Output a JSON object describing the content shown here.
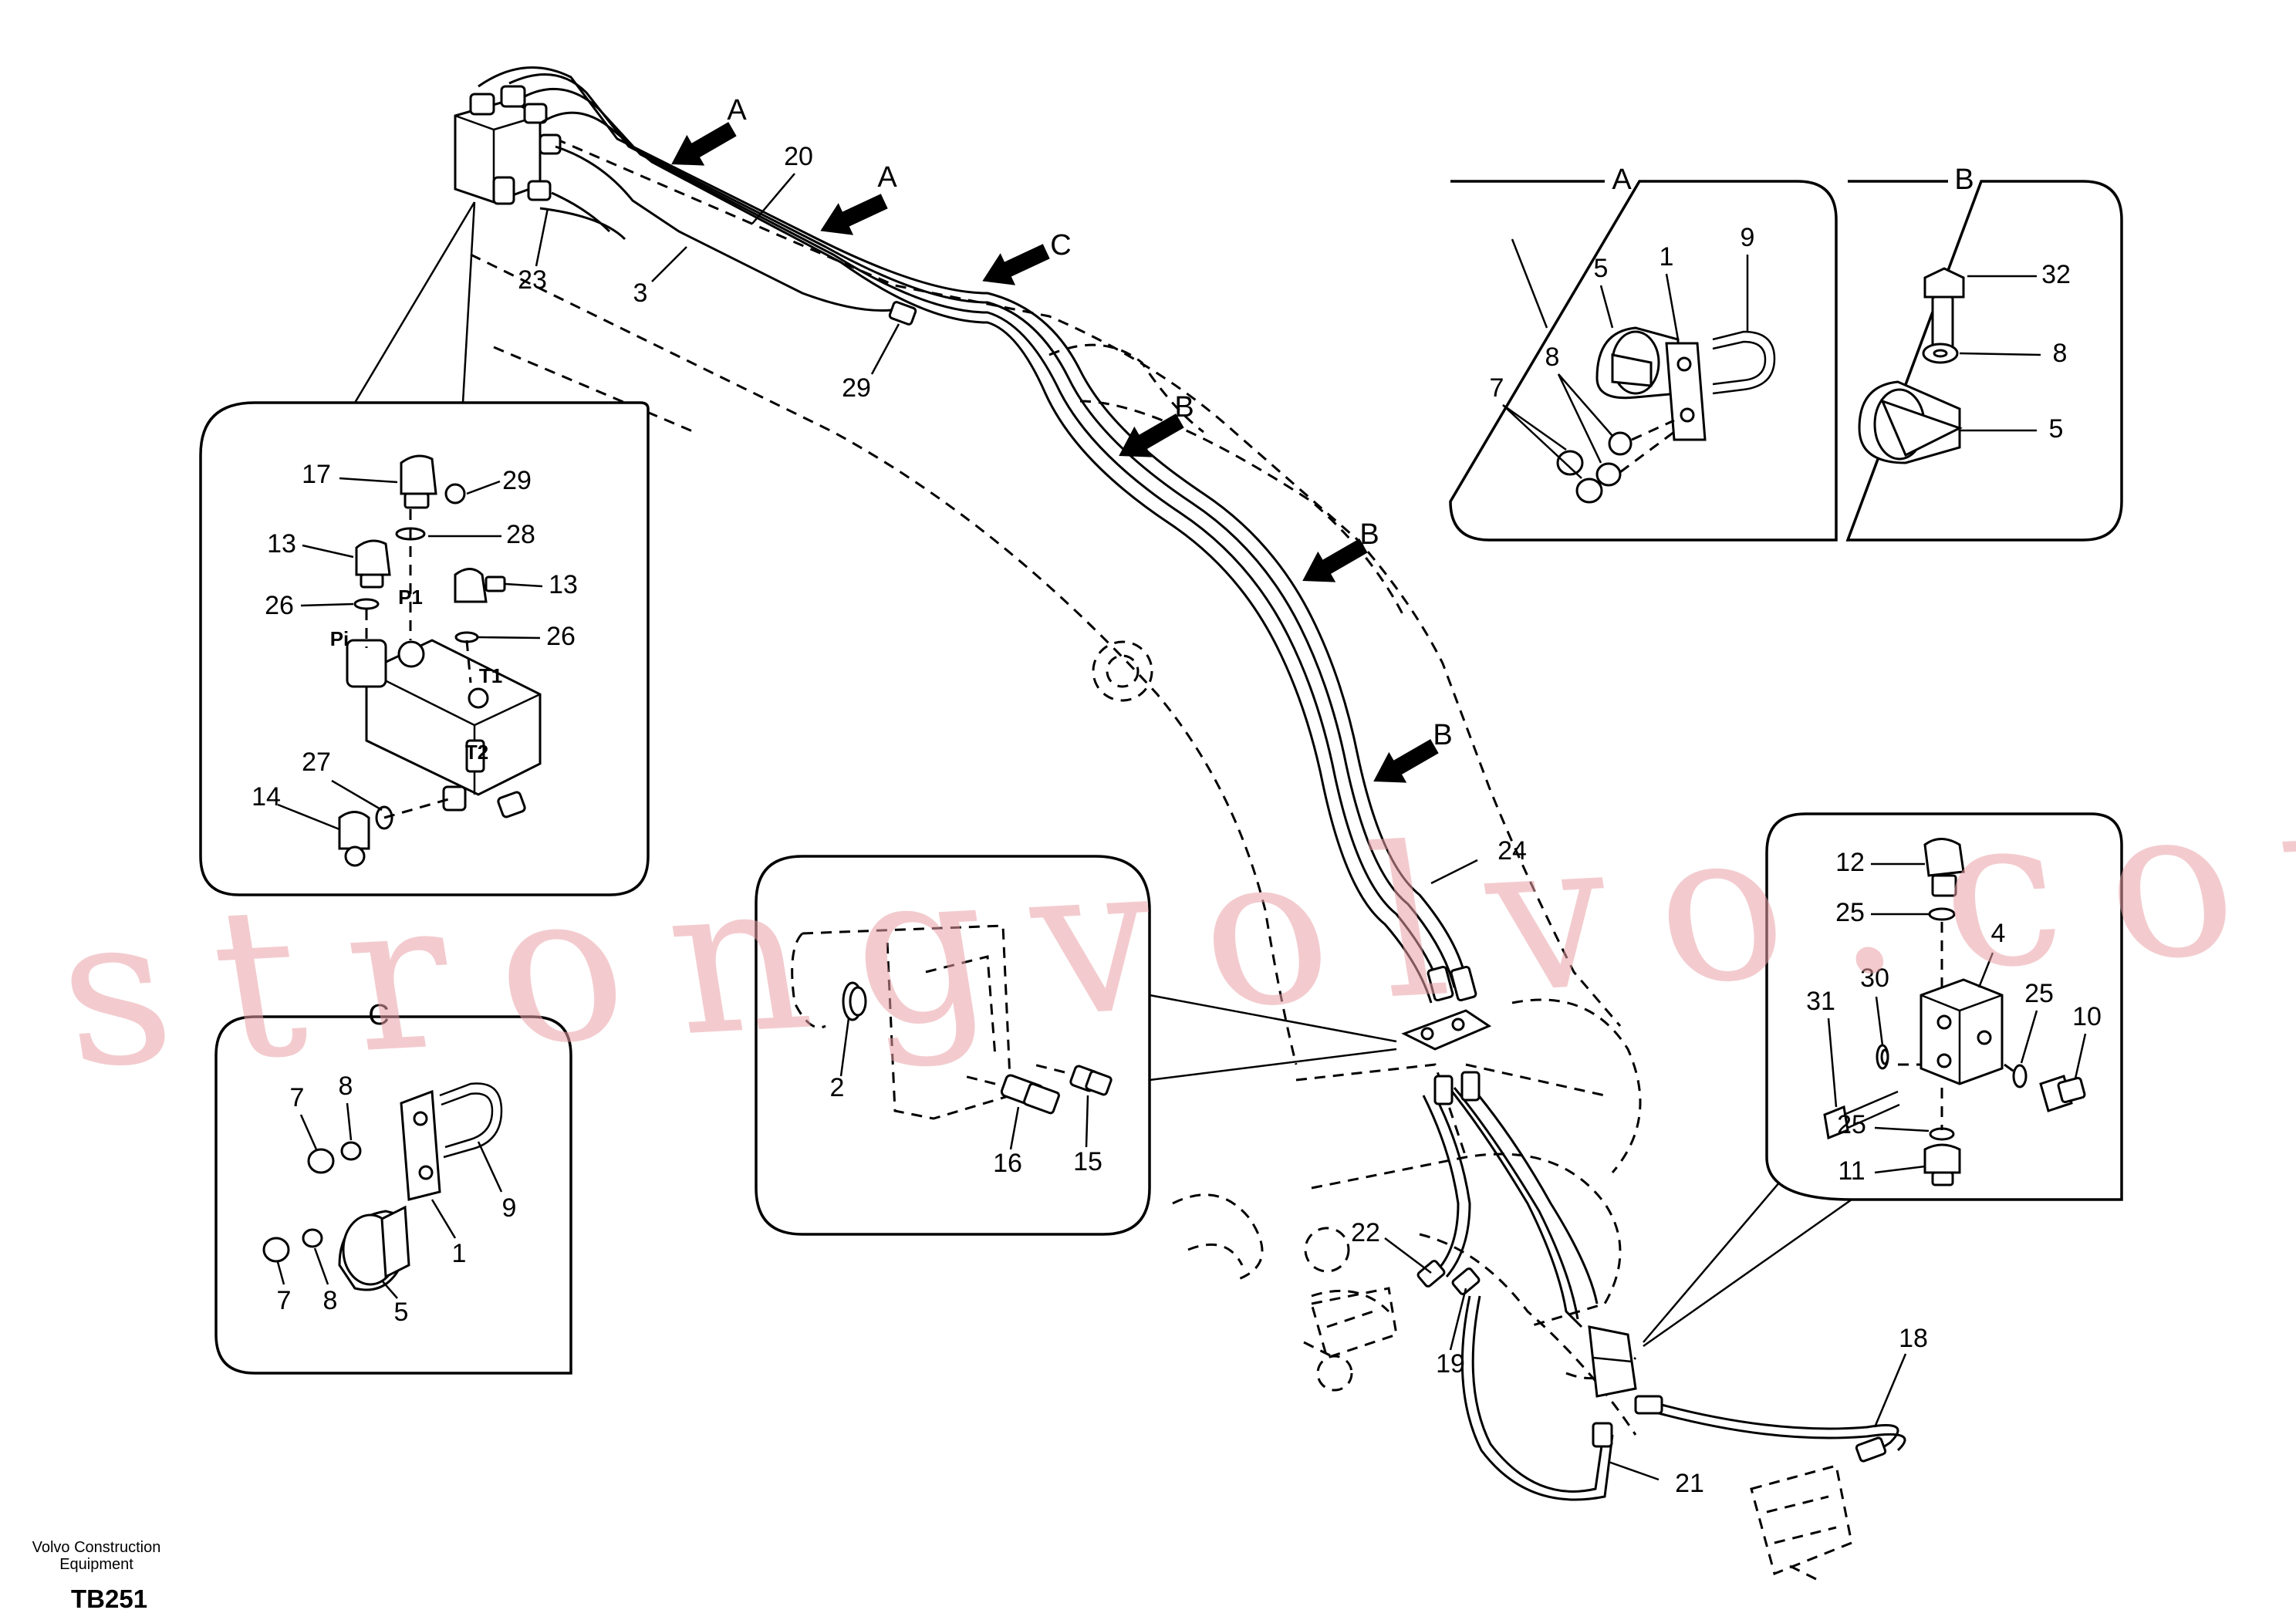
{
  "views": {
    "A": "A",
    "B": "B",
    "C": "C"
  },
  "arrow_labels": [
    "A",
    "A",
    "C",
    "B",
    "B",
    "B"
  ],
  "callouts": {
    "main": [
      "20",
      "3",
      "23",
      "29",
      "24",
      "22",
      "19",
      "21",
      "18"
    ],
    "detail_valve": [
      "17",
      "29",
      "28",
      "13",
      "13",
      "26",
      "26",
      "27",
      "14"
    ],
    "valve_ports": [
      "P1",
      "Pi",
      "T1",
      "T2"
    ],
    "view_a": [
      "5",
      "1",
      "9",
      "7",
      "8"
    ],
    "view_b": [
      "32",
      "8",
      "5"
    ],
    "view_c": [
      "7",
      "8",
      "9",
      "1",
      "7",
      "8",
      "5"
    ],
    "detail_mount": [
      "2",
      "16",
      "15"
    ],
    "detail_block": [
      "12",
      "25",
      "4",
      "31",
      "30",
      "25",
      "10",
      "25",
      "11"
    ]
  },
  "watermark": "strongvolvo.com",
  "footer": {
    "company": "Volvo Construction Equipment",
    "code": "TB251"
  }
}
